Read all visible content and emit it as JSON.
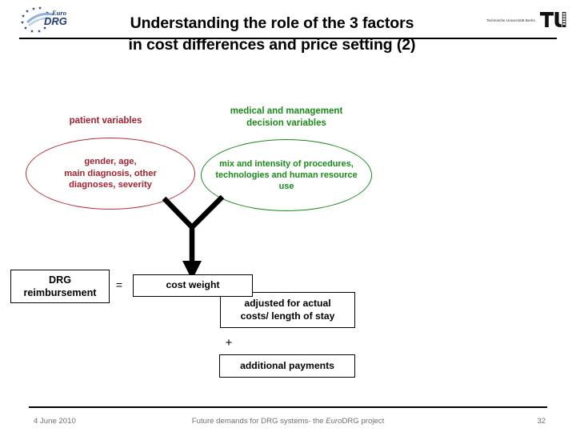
{
  "header": {
    "logo_left": "eurodrg-logo",
    "logo_left_text_top": "Euro",
    "logo_left_text_bottom": "DRG",
    "logo_right": "tu-berlin-logo",
    "logo_right_wordmark": "Technische Universität Berlin",
    "title_line1": "Understanding the role of the 3 factors",
    "title_line2": "in cost differences and price setting (2)"
  },
  "diagram": {
    "patient_label": "patient variables",
    "patient_ellipse": "gender, age,\nmain diagnosis, other\ndiagnoses, severity",
    "patient_ellipse_lines": [
      "gender, age,",
      "main diagnosis, other",
      "diagnoses, severity"
    ],
    "medical_label_lines": [
      "medical and management",
      "decision variables"
    ],
    "medical_ellipse_lines": [
      "mix and intensity of procedures,",
      "technologies and  human resource",
      "use"
    ],
    "arrow": "converging-down-arrow",
    "box_drg_lines": [
      "DRG",
      "reimbursement"
    ],
    "equals_symbol": "=",
    "box_cost_weight": "cost weight",
    "box_adjusted_lines": [
      "adjusted for actual",
      "costs/ length of stay"
    ],
    "plus_symbol": "+",
    "box_additional_payments": "additional payments"
  },
  "colors": {
    "red": "#A32230",
    "red_outline": "#B0303A",
    "green": "#1A8A1A",
    "black": "#000000",
    "footer_gray": "#6F6F6F"
  },
  "footer": {
    "date": "4 June 2010",
    "center_pre": "Future demands for DRG systems- the ",
    "center_italic": "Euro",
    "center_post": "DRG project",
    "page_number": "32"
  }
}
